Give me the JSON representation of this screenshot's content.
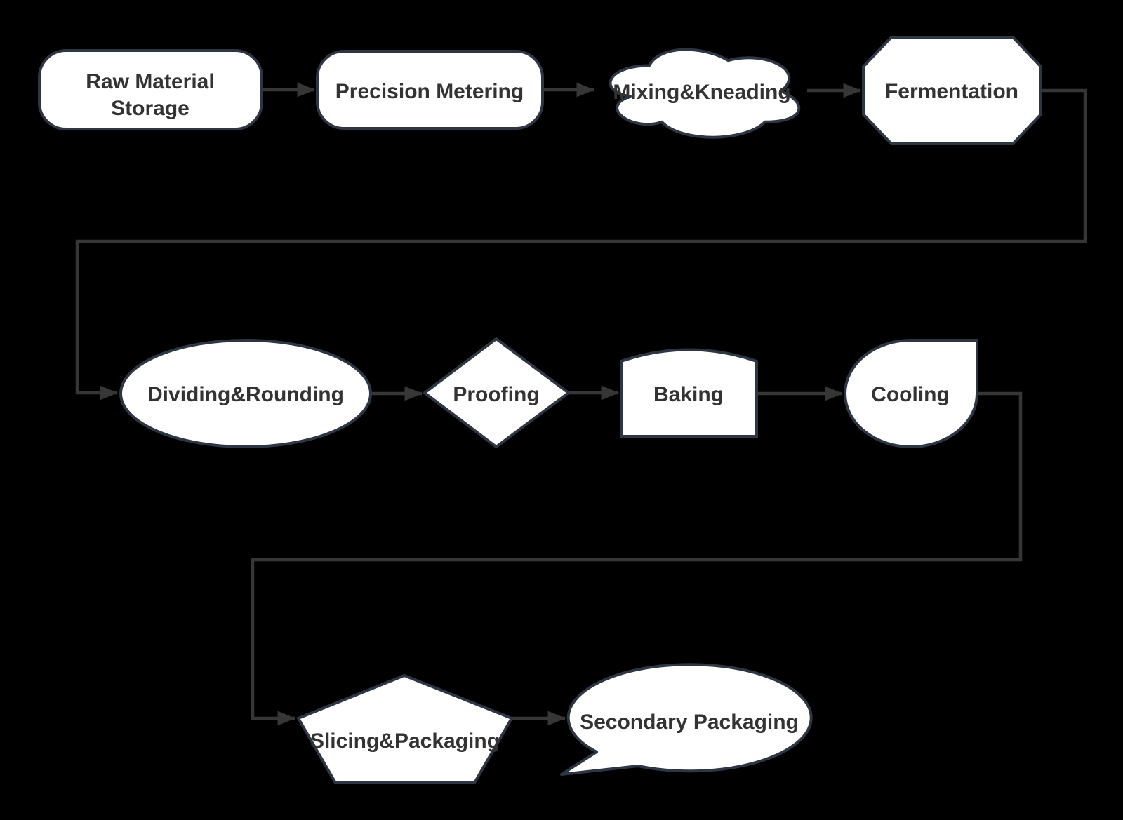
{
  "diagram": {
    "type": "flowchart",
    "background_color": "#000000",
    "node_fill": "#ffffff",
    "node_border_color": "#2d3642",
    "edge_color": "#363636",
    "text_color": "#333333",
    "nodes": [
      {
        "id": "raw-material-storage",
        "shape": "rounded-rectangle",
        "label": "Raw Material Storage",
        "lines": [
          "Raw Material",
          "Storage"
        ]
      },
      {
        "id": "precision-metering",
        "shape": "rounded-rectangle",
        "label": "Precision Metering"
      },
      {
        "id": "mixing-kneading",
        "shape": "cloud",
        "label": "Mixing&Kneading"
      },
      {
        "id": "fermentation",
        "shape": "octagon",
        "label": "Fermentation"
      },
      {
        "id": "dividing-rounding",
        "shape": "ellipse",
        "label": "Dividing&Rounding"
      },
      {
        "id": "proofing",
        "shape": "diamond",
        "label": "Proofing"
      },
      {
        "id": "baking",
        "shape": "curved-top-rectangle",
        "label": "Baking"
      },
      {
        "id": "cooling",
        "shape": "teardrop",
        "label": "Cooling"
      },
      {
        "id": "slicing-packaging",
        "shape": "pentagon",
        "label": "Slicing&Packaging"
      },
      {
        "id": "secondary-packaging",
        "shape": "speech-bubble",
        "label": "Secondary Packaging"
      }
    ],
    "edges": [
      {
        "from": "Raw Material Storage",
        "to": "Precision Metering"
      },
      {
        "from": "Precision Metering",
        "to": "Mixing&Kneading"
      },
      {
        "from": "Mixing&Kneading",
        "to": "Fermentation"
      },
      {
        "from": "Fermentation",
        "to": "Dividing&Rounding"
      },
      {
        "from": "Dividing&Rounding",
        "to": "Proofing"
      },
      {
        "from": "Proofing",
        "to": "Baking"
      },
      {
        "from": "Baking",
        "to": "Cooling"
      },
      {
        "from": "Cooling",
        "to": "Slicing&Packaging"
      },
      {
        "from": "Slicing&Packaging",
        "to": "Secondary Packaging"
      }
    ]
  }
}
